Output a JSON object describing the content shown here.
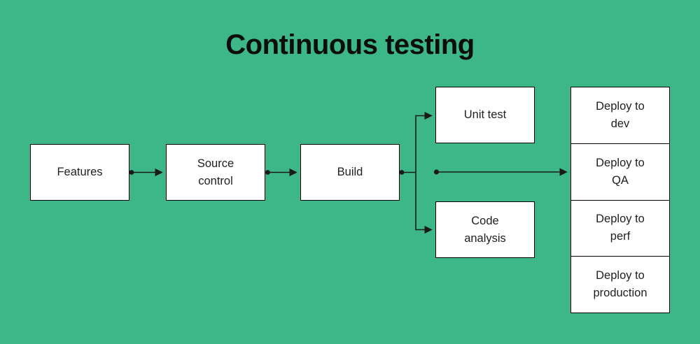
{
  "diagram": {
    "title": "Continuous testing",
    "type": "flowchart",
    "background_color": "#3db787",
    "node_fill": "#ffffff",
    "node_border_color": "#000000",
    "connector_color": "#1a1a1a",
    "nodes": [
      {
        "id": "features",
        "label": "Features"
      },
      {
        "id": "source-control",
        "label": "Source control"
      },
      {
        "id": "build",
        "label": "Build"
      },
      {
        "id": "unit-test",
        "label": "Unit test"
      },
      {
        "id": "code-analysis",
        "label": "Code analysis"
      },
      {
        "id": "deploy-dev",
        "label": "Deploy to dev"
      },
      {
        "id": "deploy-qa",
        "label": "Deploy to QA"
      },
      {
        "id": "deploy-perf",
        "label": "Deploy to perf"
      },
      {
        "id": "deploy-production",
        "label": "Deploy to production"
      }
    ],
    "edges": [
      {
        "from": "features",
        "to": "source-control"
      },
      {
        "from": "source-control",
        "to": "build"
      },
      {
        "from": "build",
        "to": "unit-test"
      },
      {
        "from": "build",
        "to": "code-analysis"
      },
      {
        "from": "build",
        "to": "deploy-qa"
      }
    ]
  }
}
